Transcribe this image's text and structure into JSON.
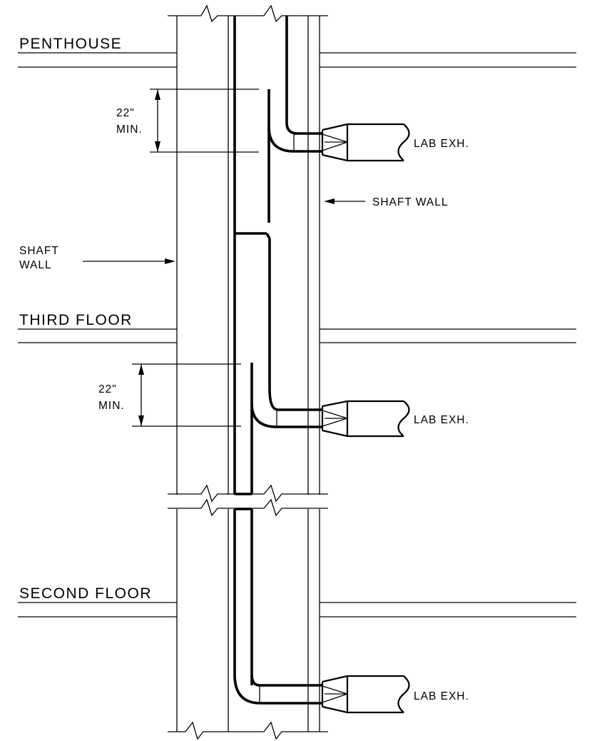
{
  "floors": {
    "penthouse": "PENTHOUSE",
    "third": "THIRD FLOOR",
    "second": "SECOND FLOOR"
  },
  "dimensions": {
    "upper": {
      "value": "22\"",
      "note": "MIN."
    },
    "lower": {
      "value": "22\"",
      "note": "MIN."
    }
  },
  "callouts": {
    "shaft_wall_left": [
      "SHAFT",
      "WALL"
    ],
    "shaft_wall_right": "SHAFT WALL"
  },
  "branches": [
    "LAB EXH.",
    "LAB EXH.",
    "LAB EXH."
  ],
  "colors": {
    "line": "#000000",
    "background": "#ffffff"
  }
}
